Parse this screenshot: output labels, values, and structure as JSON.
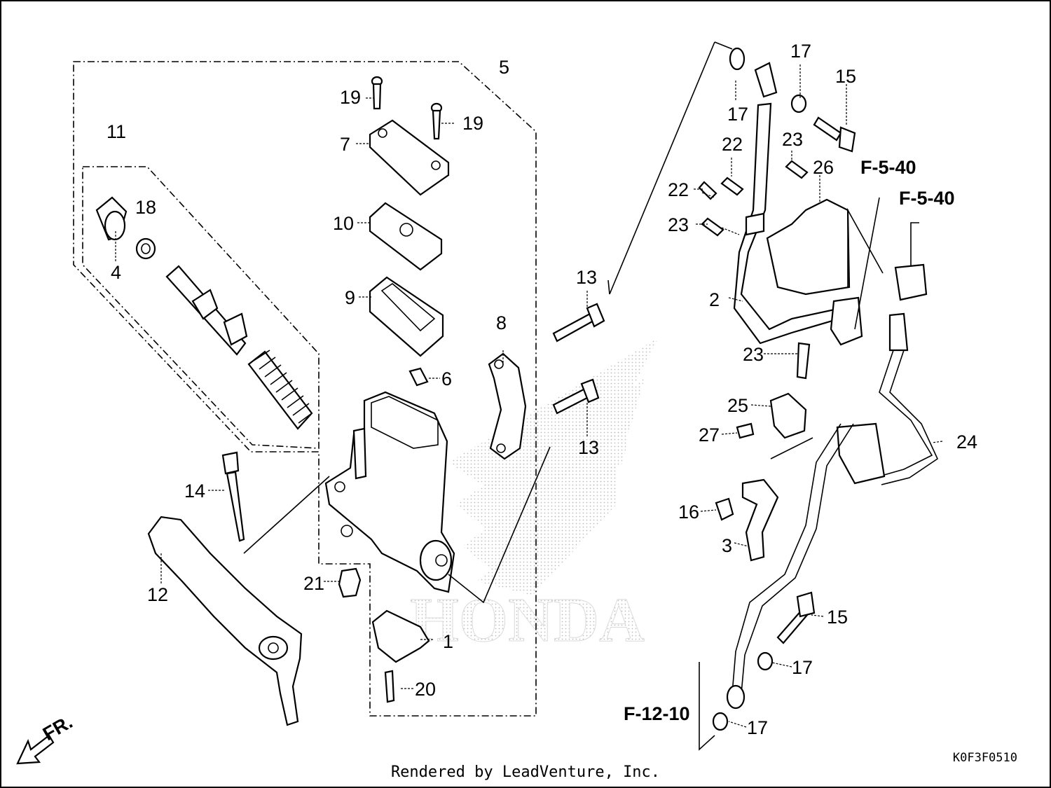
{
  "labels": {
    "l1": "1",
    "l2": "2",
    "l3": "3",
    "l4": "4",
    "l5": "5",
    "l6": "6",
    "l7": "7",
    "l8": "8",
    "l9": "9",
    "l10": "10",
    "l11": "11",
    "l12": "12",
    "l13a": "13",
    "l13b": "13",
    "l14": "14",
    "l15a": "15",
    "l15b": "15",
    "l16": "16",
    "l17a": "17",
    "l17b": "17",
    "l17c": "17",
    "l17d": "17",
    "l18": "18",
    "l19a": "19",
    "l19b": "19",
    "l20": "20",
    "l21": "21",
    "l22a": "22",
    "l22b": "22",
    "l23a": "23",
    "l23b": "23",
    "l23c": "23",
    "l24": "24",
    "l25": "25",
    "l26": "26",
    "l27": "27"
  },
  "refs": {
    "f540a": "F-5-40",
    "f540b": "F-5-40",
    "f1210": "F-12-10"
  },
  "arrow": {
    "fr": "FR."
  },
  "watermark": {
    "brand": "HONDA"
  },
  "footer": {
    "rendered_by": "Rendered by LeadVenture, Inc."
  },
  "diagram_code": "K0F3F0510"
}
